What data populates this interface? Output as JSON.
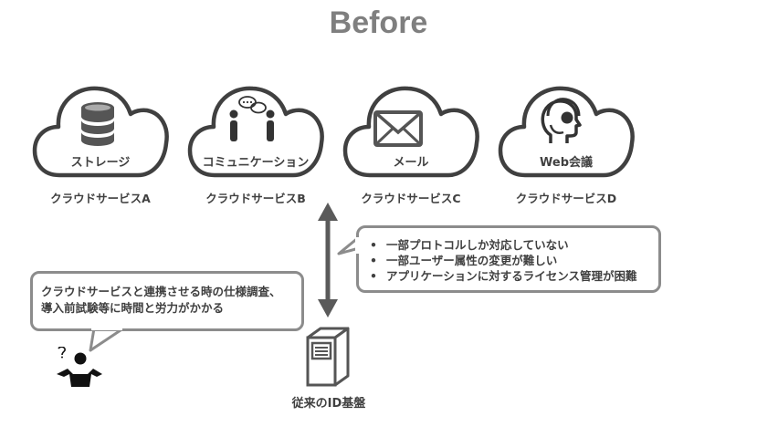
{
  "title": "Before",
  "clouds": [
    {
      "icon": "database-icon",
      "label": "ストレージ",
      "service": "クラウドサービスA"
    },
    {
      "icon": "communication-icon",
      "label": "コミュニケーション",
      "service": "クラウドサービスB"
    },
    {
      "icon": "mail-icon",
      "label": "メール",
      "service": "クラウドサービスC"
    },
    {
      "icon": "headset-icon",
      "label": "Web会議",
      "service": "クラウドサービスD"
    }
  ],
  "issues": [
    "一部プロトコルしか対応していない",
    "一部ユーザー属性の変更が難しい",
    "アプリケーションに対するライセンス管理が困難"
  ],
  "user_comment": {
    "line1": "クラウドサービスと連携させる時の仕様調査、",
    "line2": "導入前試験等に時間と労力がかかる"
  },
  "base": {
    "label": "従来のID基盤",
    "icon": "server-icon"
  },
  "user_icon": "confused-person-icon",
  "colors": {
    "outline": "#404040",
    "callout_border": "#8c8c8c",
    "title": "#7f7f7f",
    "arrow": "#5a5a5a"
  }
}
